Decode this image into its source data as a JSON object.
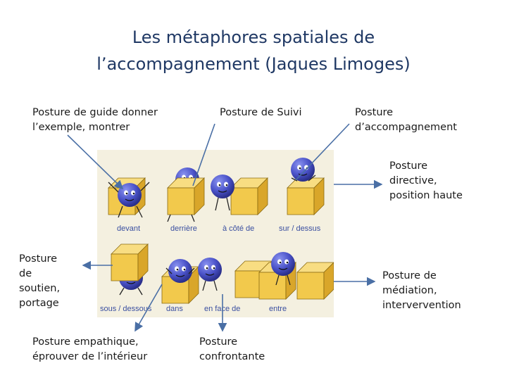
{
  "title": {
    "line1": "Les métaphores spatiales de",
    "line2": "l’accompagnement (Jaques Limoges)"
  },
  "labels": {
    "guide_line1": "Posture de guide donner",
    "guide_line2": "l’exemple, montrer",
    "suivi": "Posture de Suivi",
    "accomp_line1": "Posture",
    "accomp_line2": "d’accompagnement",
    "directive_line1": "Posture",
    "directive_line2": "directive,",
    "directive_line3": "position haute",
    "soutien_line1": "Posture",
    "soutien_line2": "de",
    "soutien_line3": "soutien,",
    "soutien_line4": "portage",
    "mediation_line1": "Posture de",
    "mediation_line2": "médiation,",
    "mediation_line3": "intervervention",
    "empathique_line1": "Posture empathique,",
    "empathique_line2": "éprouver de l’intérieur",
    "confrontante_line1": "Posture",
    "confrontante_line2": "confrontante"
  },
  "figure_captions": {
    "devant": "devant",
    "derriere": "derrière",
    "a_cote_de": "à côté de",
    "sur_dessus": "sur / dessus",
    "sous_dessous": "sous / dessous",
    "dans": "dans",
    "en_face_de": "en face de",
    "entre": "entre"
  },
  "colors": {
    "title": "#1f3864",
    "arrow": "#4a6fa5",
    "cube_face": "#f2c94c",
    "cube_top": "#f8dd82",
    "cube_side": "#d9a62a",
    "ball": "#4a52c8",
    "caption": "#3a4fa0"
  }
}
